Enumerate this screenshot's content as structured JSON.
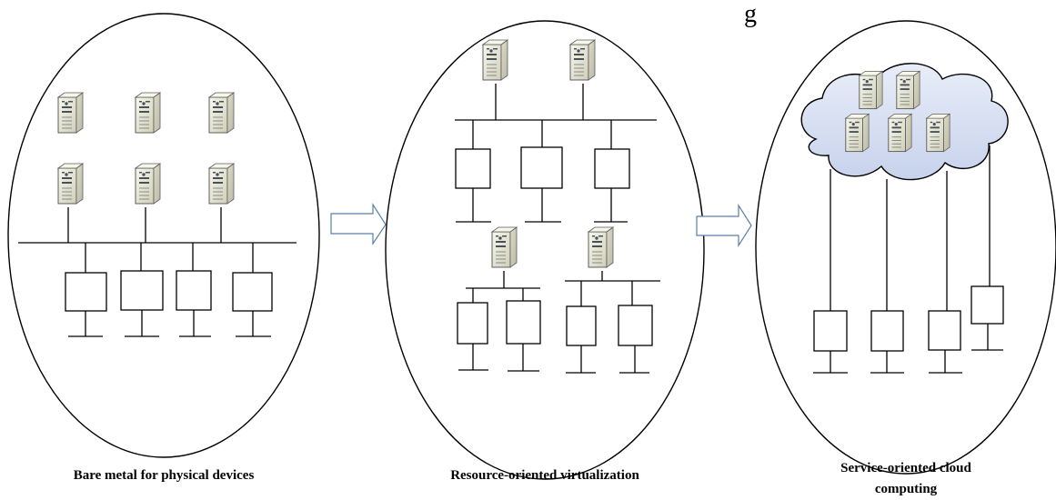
{
  "diagram": {
    "top_fragment": "g",
    "stages": [
      {
        "label": "Bare metal for physical devices"
      },
      {
        "label": "Resource-oriented virtualization"
      },
      {
        "label_lines": [
          "Service-oriented cloud",
          "computing"
        ]
      }
    ],
    "transition_arrows": 2
  },
  "colors": {
    "cloud_fill_start": "#e8edf8",
    "cloud_fill_end": "#c7d2ec",
    "arrow_outline": "#5b7fa8",
    "server_front_light": "#f7f7ec",
    "server_front_dark": "#cfcfb8",
    "server_side_light": "#dcdcc8",
    "server_side_dark": "#b9b9a6"
  },
  "icons": {
    "server": "server-icon",
    "cloud": "cloud-icon",
    "arrow": "arrow-right-icon"
  }
}
